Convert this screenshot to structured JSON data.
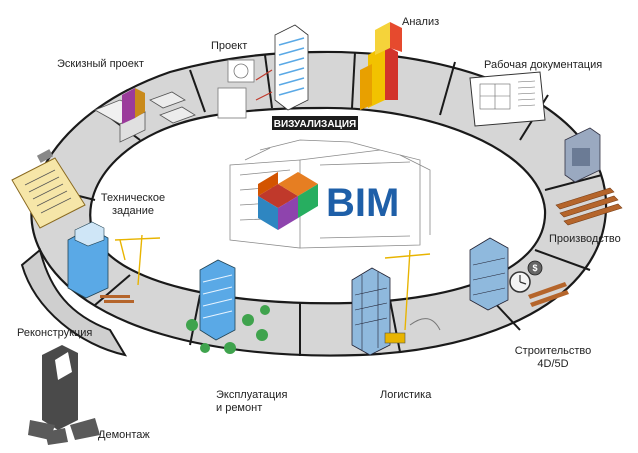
{
  "center": {
    "logo_text": "BIM"
  },
  "ring": {
    "band_label": "ВИЗУАЛИЗАЦИЯ"
  },
  "stages": {
    "analysis": "Анализ",
    "project": "Проект",
    "sketch": "Эскизный проект",
    "working_docs": "Рабочая документация",
    "tech_task": "Техническое\nзадание",
    "production": "Производство",
    "reconstruction": "Реконструкция",
    "construction": "Строительство\n4D/5D",
    "operation": "Эксплуатация\nи ремонт",
    "logistics": "Логистика",
    "demolition": "Демонтаж"
  },
  "colors": {
    "ring_fill": "#d6d6d6",
    "ring_edge": "#1a1a1a",
    "bim_blue": "#1e5fa8",
    "building_blue": "#5aa9e6",
    "analysis_yellow": "#f2c200",
    "analysis_red": "#d2332b",
    "steel_brown": "#b5652b",
    "crane_yellow": "#e8b400",
    "tree_green": "#3fa34d"
  }
}
